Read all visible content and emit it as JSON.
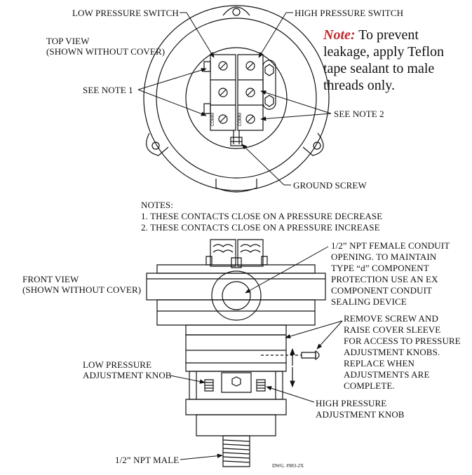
{
  "labels": {
    "low_pressure_switch": "LOW PRESSURE SWITCH",
    "high_pressure_switch": "HIGH PRESSURE SWITCH",
    "top_view_1": "TOP VIEW",
    "top_view_2": "(SHOWN WITHOUT COVER)",
    "see_note_1": "SEE NOTE 1",
    "see_note_2": "SEE NOTE 2",
    "ground_screw": "GROUND SCREW",
    "com_left": "COMM",
    "com_right": "COMM",
    "front_view_1": "FRONT VIEW",
    "front_view_2": "(SHOWN WITHOUT COVER)",
    "conduit_1": "1/2” NPT FEMALE CONDUIT",
    "conduit_2": "OPENING. TO MAINTAIN",
    "conduit_3": "TYPE “d” COMPONENT",
    "conduit_4": "PROTECTION USE AN EX",
    "conduit_5": "COMPONENT CONDUIT",
    "conduit_6": "SEALING DEVICE",
    "remove_1": "REMOVE SCREW AND",
    "remove_2": "RAISE COVER SLEEVE",
    "remove_3": "FOR ACCESS TO PRESSURE",
    "remove_4": "ADJUSTMENT KNOBS.",
    "remove_5": "REPLACE WHEN",
    "remove_6": "ADJUSTMENTS ARE",
    "remove_7": "COMPLETE.",
    "low_knob_1": "LOW PRESSURE",
    "low_knob_2": "ADJUSTMENT KNOB",
    "high_knob_1": "HIGH PRESSURE",
    "high_knob_2": "ADJUSTMENT KNOB",
    "npt_male": "1/2” NPT MALE"
  },
  "notes": {
    "heading": "NOTES:",
    "item1": "1. THESE CONTACTS CLOSE ON A PRESSURE DECREASE",
    "item2": "2. THESE CONTACTS CLOSE ON A PRESSURE INCREASE"
  },
  "callout": {
    "prefix": "Note:",
    "text": " To prevent leakage, apply Teflon tape sealant to male threads only.",
    "prefix_color": "#c0282d"
  },
  "drawing_number": "DWG. #983-2X"
}
